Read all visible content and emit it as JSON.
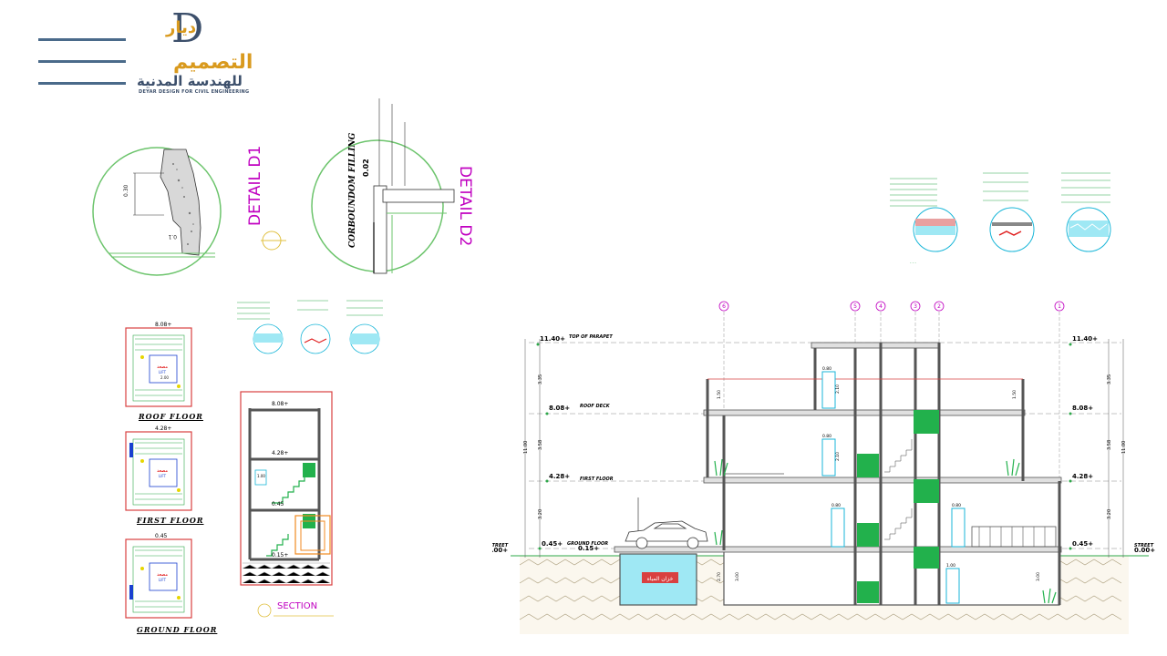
{
  "logo": {
    "mark": "D",
    "mark_ar": "ديار",
    "line1": "التصميم",
    "line2": "للهندسة المدنية",
    "english": "DEYAR DESIGN FOR CIVIL ENGINEERING"
  },
  "details": {
    "d1_title": "DETAIL D1",
    "d1_dim1": "0.30",
    "d1_dim2": "0.1",
    "d2_title": "DETAIL D2",
    "d2_label": "CORBOUNDOM FILLING",
    "d2_dim": "0.02"
  },
  "plans": {
    "roof_title": "ROOF FLOOR",
    "roof_level": "8.08+",
    "first_title": "FIRST FLOOR",
    "first_level": "4.28+",
    "ground_title": "GROUND FLOOR",
    "ground_level": "0.45",
    "stair_width": "2.00",
    "lift_label": "مصعد",
    "lift_code": "LIFT"
  },
  "small_section": {
    "title": "SECTION",
    "level_top": "8.08+",
    "level_mid": "4.28+",
    "level_low": "0.45",
    "level_base": "0.15+",
    "door": "1.00"
  },
  "main_section": {
    "grid_labels": [
      "6",
      "5",
      "4",
      "3",
      "2",
      "1"
    ],
    "level_parapet": "11.40+",
    "label_parapet": "TOP OF PARAPET",
    "level_roof": "8.08+",
    "label_roof": "ROOF DECK",
    "level_first": "4.28+",
    "label_first": "FIRST FLOOR",
    "level_ground": "0.45+",
    "label_ground": "GROUND FLOOR",
    "level_base": "0.15+",
    "street_label": "STREET",
    "street_level": "0.00+",
    "tank_label": "خزان المياه",
    "dims_left": [
      "3.35",
      "3.58",
      "3.20",
      "11.00"
    ],
    "dims_right": [
      "3.35",
      "3.58",
      "3.20",
      "11.00"
    ],
    "door_heights": [
      "0.80",
      "2.10",
      "1.00"
    ],
    "sill": "1.50",
    "depth": "2.70",
    "base_dim": "3.00"
  },
  "colors": {
    "frame_red": "#d94040",
    "grid_green": "#2ea84a",
    "cyan": "#19b6d8",
    "magenta": "#c000c0",
    "stair_green": "#22b14c",
    "logo_gold": "#d99a1e",
    "logo_navy": "#3c4f6b"
  }
}
